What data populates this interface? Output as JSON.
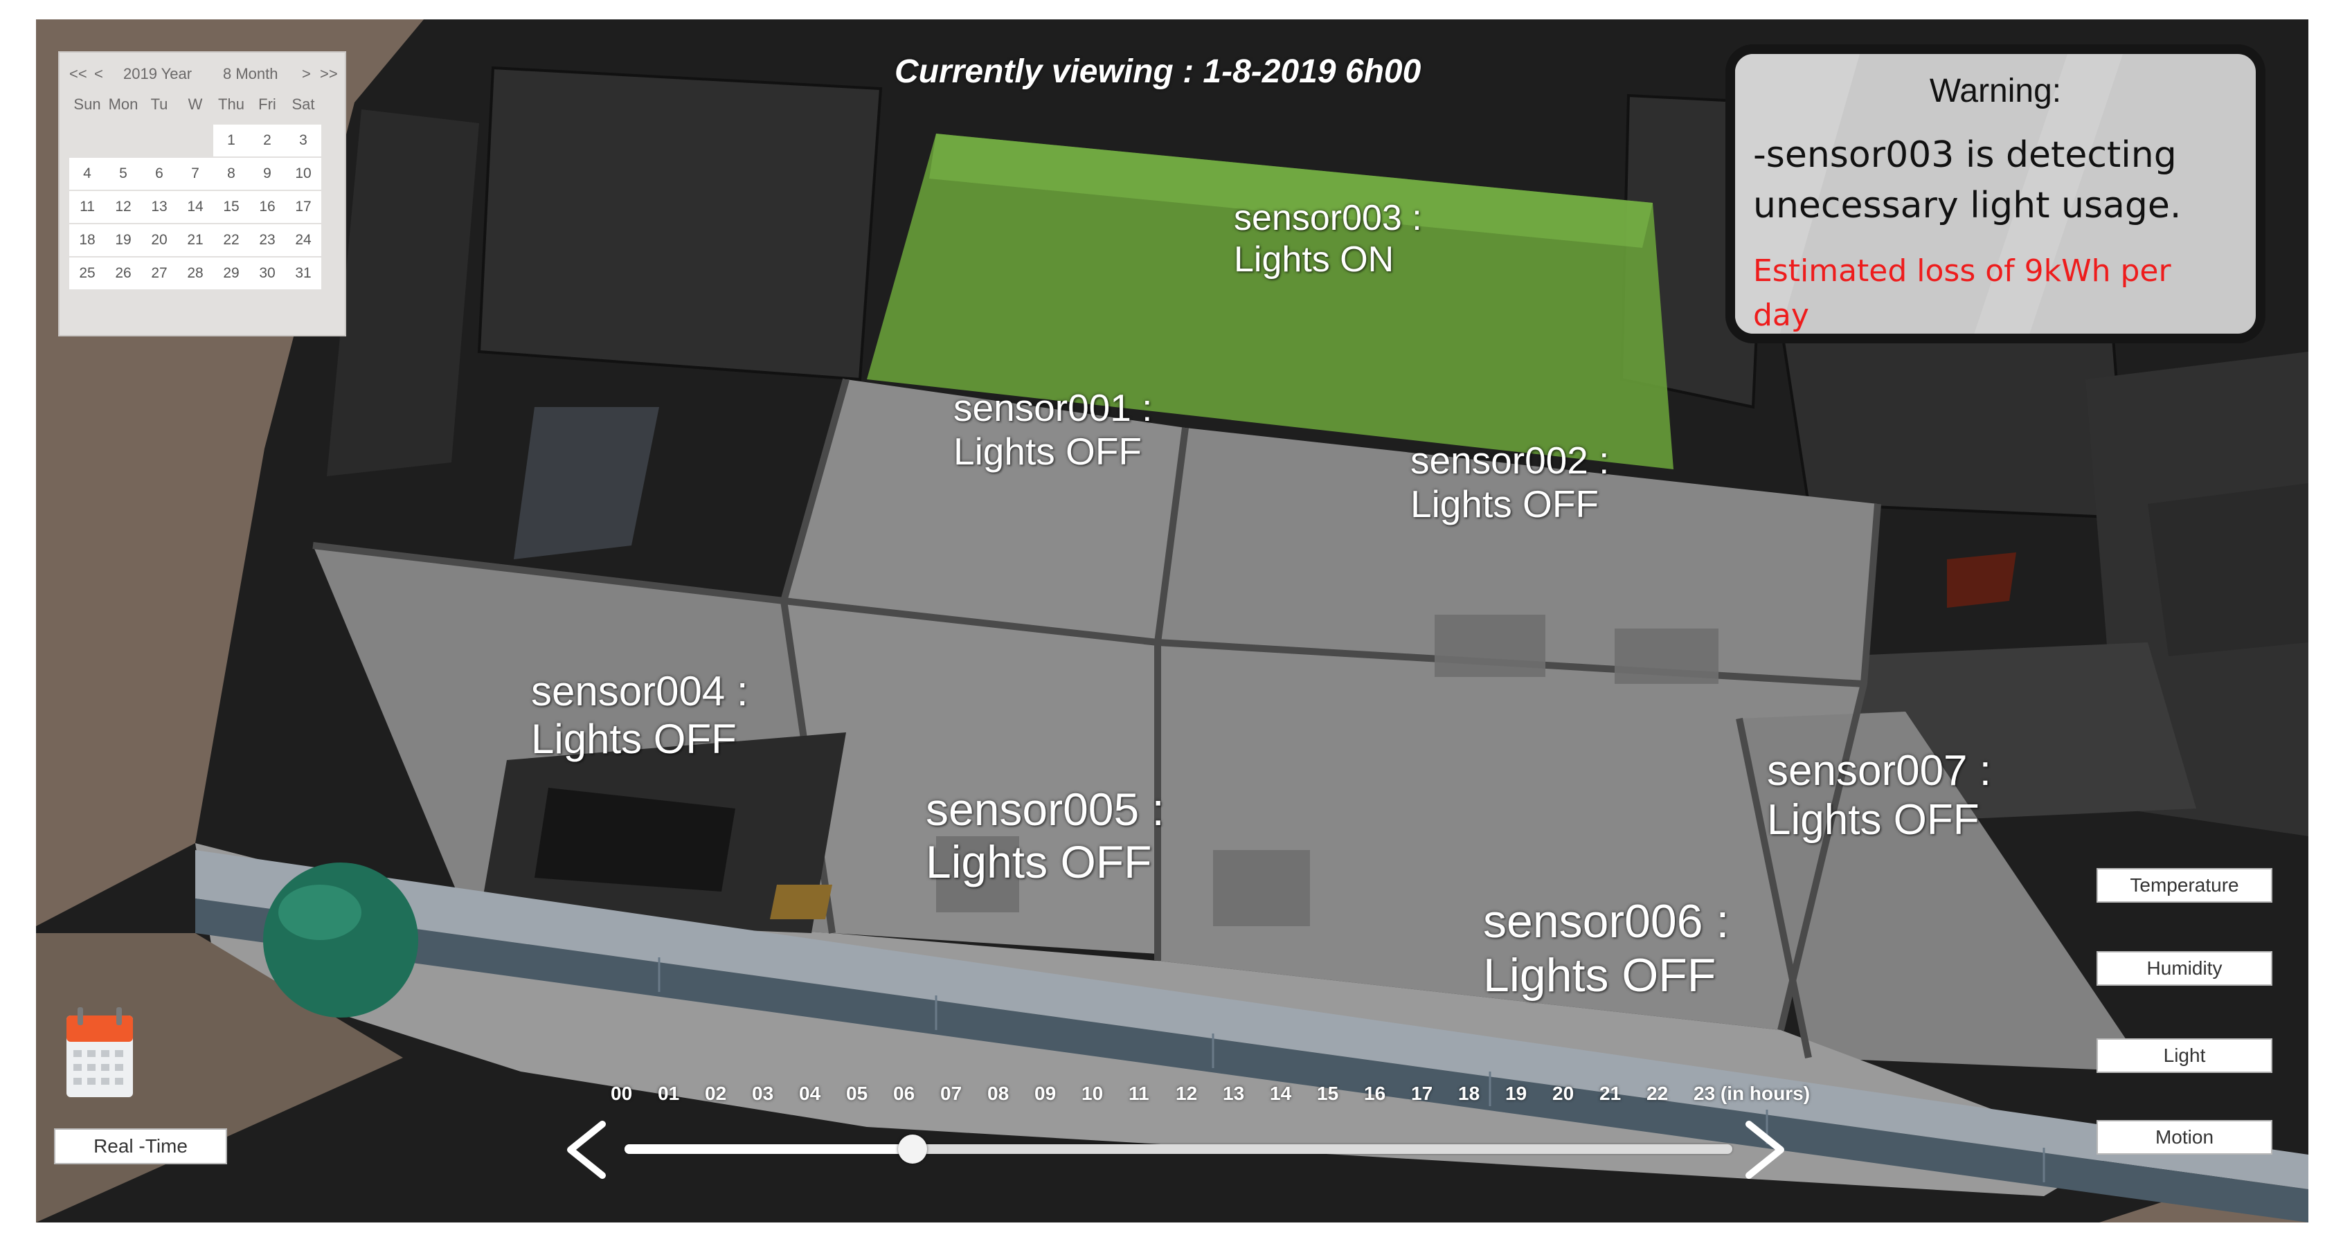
{
  "header": {
    "currently_viewing": "Currently viewing :  1-8-2019   6h00"
  },
  "calendar": {
    "nav": {
      "prev_year": "<<",
      "prev_month": "<",
      "year": "2019 Year",
      "month": "8 Month",
      "next_month": ">",
      "next_year": ">>"
    },
    "weekdays": [
      "Sun",
      "Mon",
      "Tu",
      "W",
      "Thu",
      "Fri",
      "Sat"
    ],
    "days": [
      "1",
      "2",
      "3",
      "4",
      "5",
      "6",
      "7",
      "8",
      "9",
      "10",
      "11",
      "12",
      "13",
      "14",
      "15",
      "16",
      "17",
      "18",
      "19",
      "20",
      "21",
      "22",
      "23",
      "24",
      "25",
      "26",
      "27",
      "28",
      "29",
      "30",
      "31"
    ]
  },
  "warning": {
    "title": "Warning:",
    "message": "-sensor003 is detecting unecessary light usage.",
    "loss": "Estimated loss of 9kWh per day",
    "loss_color": "#ee1c1c"
  },
  "sensors": [
    {
      "id": "sensor003 :",
      "status": "Lights ON",
      "active": true
    },
    {
      "id": "sensor001 :",
      "status": "Lights OFF",
      "active": false
    },
    {
      "id": "sensor002 :",
      "status": "Lights OFF",
      "active": false
    },
    {
      "id": "sensor004 :",
      "status": "Lights OFF",
      "active": false
    },
    {
      "id": "sensor005 :",
      "status": "Lights OFF",
      "active": false
    },
    {
      "id": "sensor006 :",
      "status": "Lights OFF",
      "active": false
    },
    {
      "id": "sensor007 :",
      "status": "Lights OFF",
      "active": false
    }
  ],
  "active_room_color": "#6aa23a",
  "buttons": {
    "temperature": "Temperature",
    "humidity": "Humidity",
    "light": "Light",
    "motion": "Motion",
    "realtime": "Real -Time"
  },
  "timeline": {
    "hours": [
      "00",
      "01",
      "02",
      "03",
      "04",
      "05",
      "06",
      "07",
      "08",
      "09",
      "10",
      "11",
      "12",
      "13",
      "14",
      "15",
      "16",
      "17",
      "18",
      "19",
      "20",
      "21",
      "22",
      "23 (in hours)"
    ],
    "current_hour_fraction": 0.26
  },
  "icons": {
    "calendar": "calendar-icon",
    "prev": "chevron-left-icon",
    "next": "chevron-right-icon",
    "marker": "green-sphere-marker"
  }
}
